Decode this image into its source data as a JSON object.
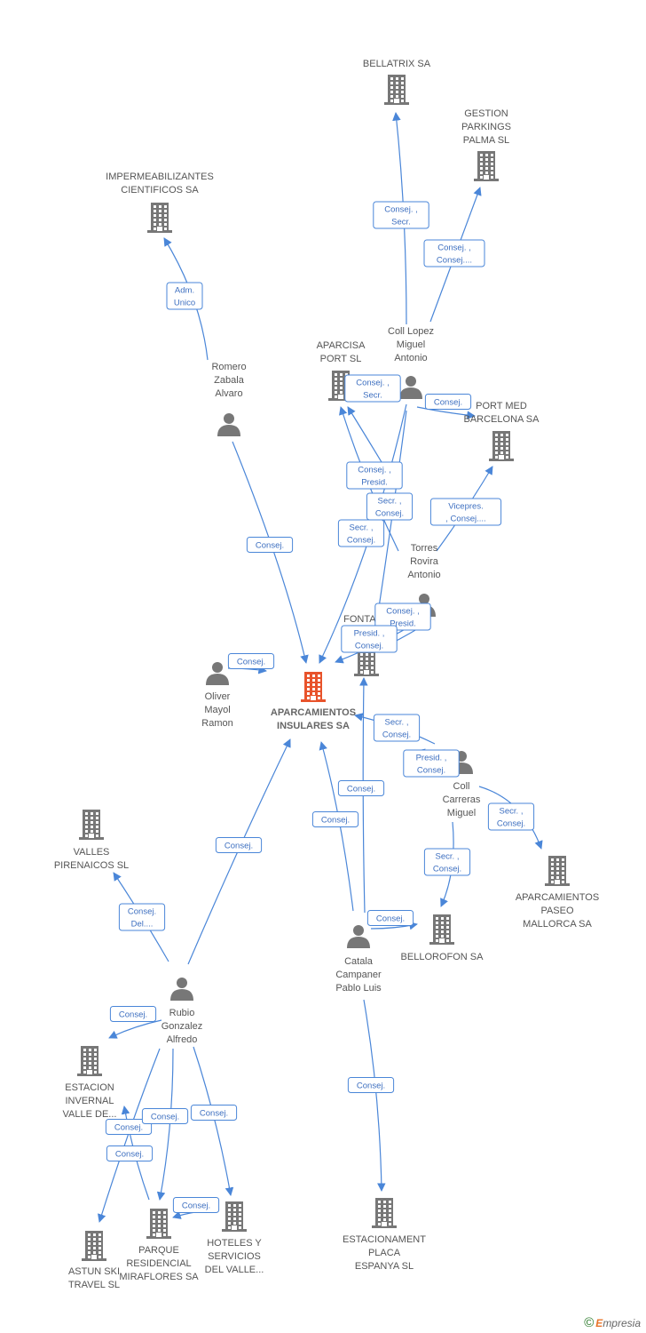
{
  "colors": {
    "edge": "#4a86d8",
    "company_icon": "#777777",
    "center_icon": "#e8532b",
    "person_icon": "#777777",
    "label_box_border": "#4a86d8",
    "label_text": "#3d6fc0"
  },
  "center": {
    "id": "center",
    "label": [
      "APARCAMIENTOS",
      "INSULARES SA"
    ]
  },
  "companies": [
    {
      "id": "bellatrix",
      "label": [
        "BELLATRIX SA"
      ]
    },
    {
      "id": "gestion",
      "label": [
        "GESTION",
        "PARKINGS",
        "PALMA SL"
      ]
    },
    {
      "id": "impermeab",
      "label": [
        "IMPERMEABILIZANTES",
        "CIENTIFICOS SA"
      ]
    },
    {
      "id": "aparcisa",
      "label": [
        "APARCISA",
        "PORT  SL"
      ]
    },
    {
      "id": "portmed",
      "label": [
        "PORT MED",
        "BARCELONA SA"
      ]
    },
    {
      "id": "fontane",
      "label": [
        "FONTANE",
        "P"
      ]
    },
    {
      "id": "valles",
      "label": [
        "VALLES",
        "PIRENAICOS SL"
      ]
    },
    {
      "id": "aparcpaseo",
      "label": [
        "APARCAMIENTOS",
        "PASEO",
        "MALLORCA SA"
      ]
    },
    {
      "id": "bellorofon",
      "label": [
        "BELLOROFON SA"
      ]
    },
    {
      "id": "estacioninv",
      "label": [
        "ESTACION",
        "INVERNAL",
        "VALLE DE..."
      ]
    },
    {
      "id": "astun",
      "label": [
        "ASTUN SKI",
        "TRAVEL SL"
      ]
    },
    {
      "id": "parque",
      "label": [
        "PARQUE",
        "RESIDENCIAL",
        "MIRAFLORES SA"
      ]
    },
    {
      "id": "hoteles",
      "label": [
        "HOTELES Y",
        "SERVICIOS",
        "DEL VALLE..."
      ]
    },
    {
      "id": "estacionament",
      "label": [
        "ESTACIONAMENT",
        "PLACA",
        "ESPANYA SL"
      ]
    }
  ],
  "persons": [
    {
      "id": "colllopez",
      "label": [
        "Coll Lopez",
        "Miguel",
        "Antonio"
      ]
    },
    {
      "id": "romero",
      "label": [
        "Romero",
        "Zabala",
        "Alvaro"
      ]
    },
    {
      "id": "torres",
      "label": [
        "Torres",
        "Rovira",
        "Antonio"
      ]
    },
    {
      "id": "oliver",
      "label": [
        "Oliver",
        "Mayol",
        "Ramon"
      ]
    },
    {
      "id": "collcarreras",
      "label": [
        "Coll",
        "Carreras",
        "Miguel"
      ]
    },
    {
      "id": "catala",
      "label": [
        "Catala",
        "Campaner",
        "Pablo Luis"
      ]
    },
    {
      "id": "rubio",
      "label": [
        "Rubio",
        "Gonzalez",
        "Alfredo"
      ]
    }
  ],
  "edges": [
    {
      "from": "colllopez",
      "to": "bellatrix",
      "label": [
        "Consej. ,",
        "Secr."
      ]
    },
    {
      "from": "colllopez",
      "to": "gestion",
      "label": [
        "Consej. ,",
        "Consej...."
      ]
    },
    {
      "from": "romero",
      "to": "impermeab",
      "label": [
        "Adm.",
        "Unico"
      ]
    },
    {
      "from": "colllopez",
      "to": "aparcisa",
      "label": [
        "Consej. ,",
        "Secr."
      ]
    },
    {
      "from": "colllopez",
      "to": "portmed",
      "label": [
        "Consej."
      ]
    },
    {
      "from": "colllopez",
      "to": "center",
      "label": [
        "Consej. ,",
        "Presid."
      ]
    },
    {
      "from": "colllopez",
      "to": "fontane",
      "label": [
        "Secr. ,",
        "Consej."
      ]
    },
    {
      "from": "torres",
      "to": "aparcisa",
      "label": [
        "Secr. ,",
        "Consej."
      ]
    },
    {
      "from": "torres",
      "to": "portmed",
      "label": [
        "Vicepres.",
        ", Consej...."
      ]
    },
    {
      "from": "romero",
      "to": "center",
      "label": [
        "Consej."
      ]
    },
    {
      "from": "torres",
      "to": "center",
      "label": [
        "Consej. ,",
        "Presid."
      ]
    },
    {
      "from": "torres",
      "to": "fontane",
      "label": [
        "Presid. ,",
        "Consej."
      ]
    },
    {
      "from": "oliver",
      "to": "center",
      "label": [
        "Consej."
      ]
    },
    {
      "from": "collcarreras",
      "to": "center",
      "label": [
        "Secr. ,",
        "Consej."
      ]
    },
    {
      "from": "collcarreras",
      "to": "fontane",
      "label": [
        "Presid. ,",
        "Consej."
      ]
    },
    {
      "from": "collcarreras",
      "to": "aparcpaseo",
      "label": [
        "Secr. ,",
        "Consej."
      ]
    },
    {
      "from": "collcarreras",
      "to": "bellorofon",
      "label": [
        "Secr. ,",
        "Consej."
      ]
    },
    {
      "from": "catala",
      "to": "fontane",
      "label": [
        "Consej."
      ]
    },
    {
      "from": "catala",
      "to": "center",
      "label": [
        "Consej."
      ]
    },
    {
      "from": "catala",
      "to": "bellorofon",
      "label": [
        "Consej."
      ]
    },
    {
      "from": "catala",
      "to": "estacionament",
      "label": [
        "Consej."
      ]
    },
    {
      "from": "rubio",
      "to": "center",
      "label": [
        "Consej."
      ]
    },
    {
      "from": "rubio",
      "to": "valles",
      "label": [
        "Consej.",
        "Del...."
      ]
    },
    {
      "from": "rubio",
      "to": "estacioninv",
      "label": [
        "Consej."
      ]
    },
    {
      "from": "rubio",
      "to": "astun",
      "label": [
        "Consej."
      ]
    },
    {
      "from": "rubio",
      "to": "parque",
      "label": [
        "Consej."
      ]
    },
    {
      "from": "rubio",
      "to": "hoteles",
      "label": [
        "Consej."
      ]
    },
    {
      "from": "parque",
      "to": "estacioninv",
      "label": [
        "Consej."
      ]
    },
    {
      "from": "hoteles",
      "to": "parque",
      "label": [
        "Consej."
      ]
    }
  ],
  "watermark": {
    "symbol": "©",
    "brand_initial": "E",
    "brand_rest": "mpresia"
  }
}
